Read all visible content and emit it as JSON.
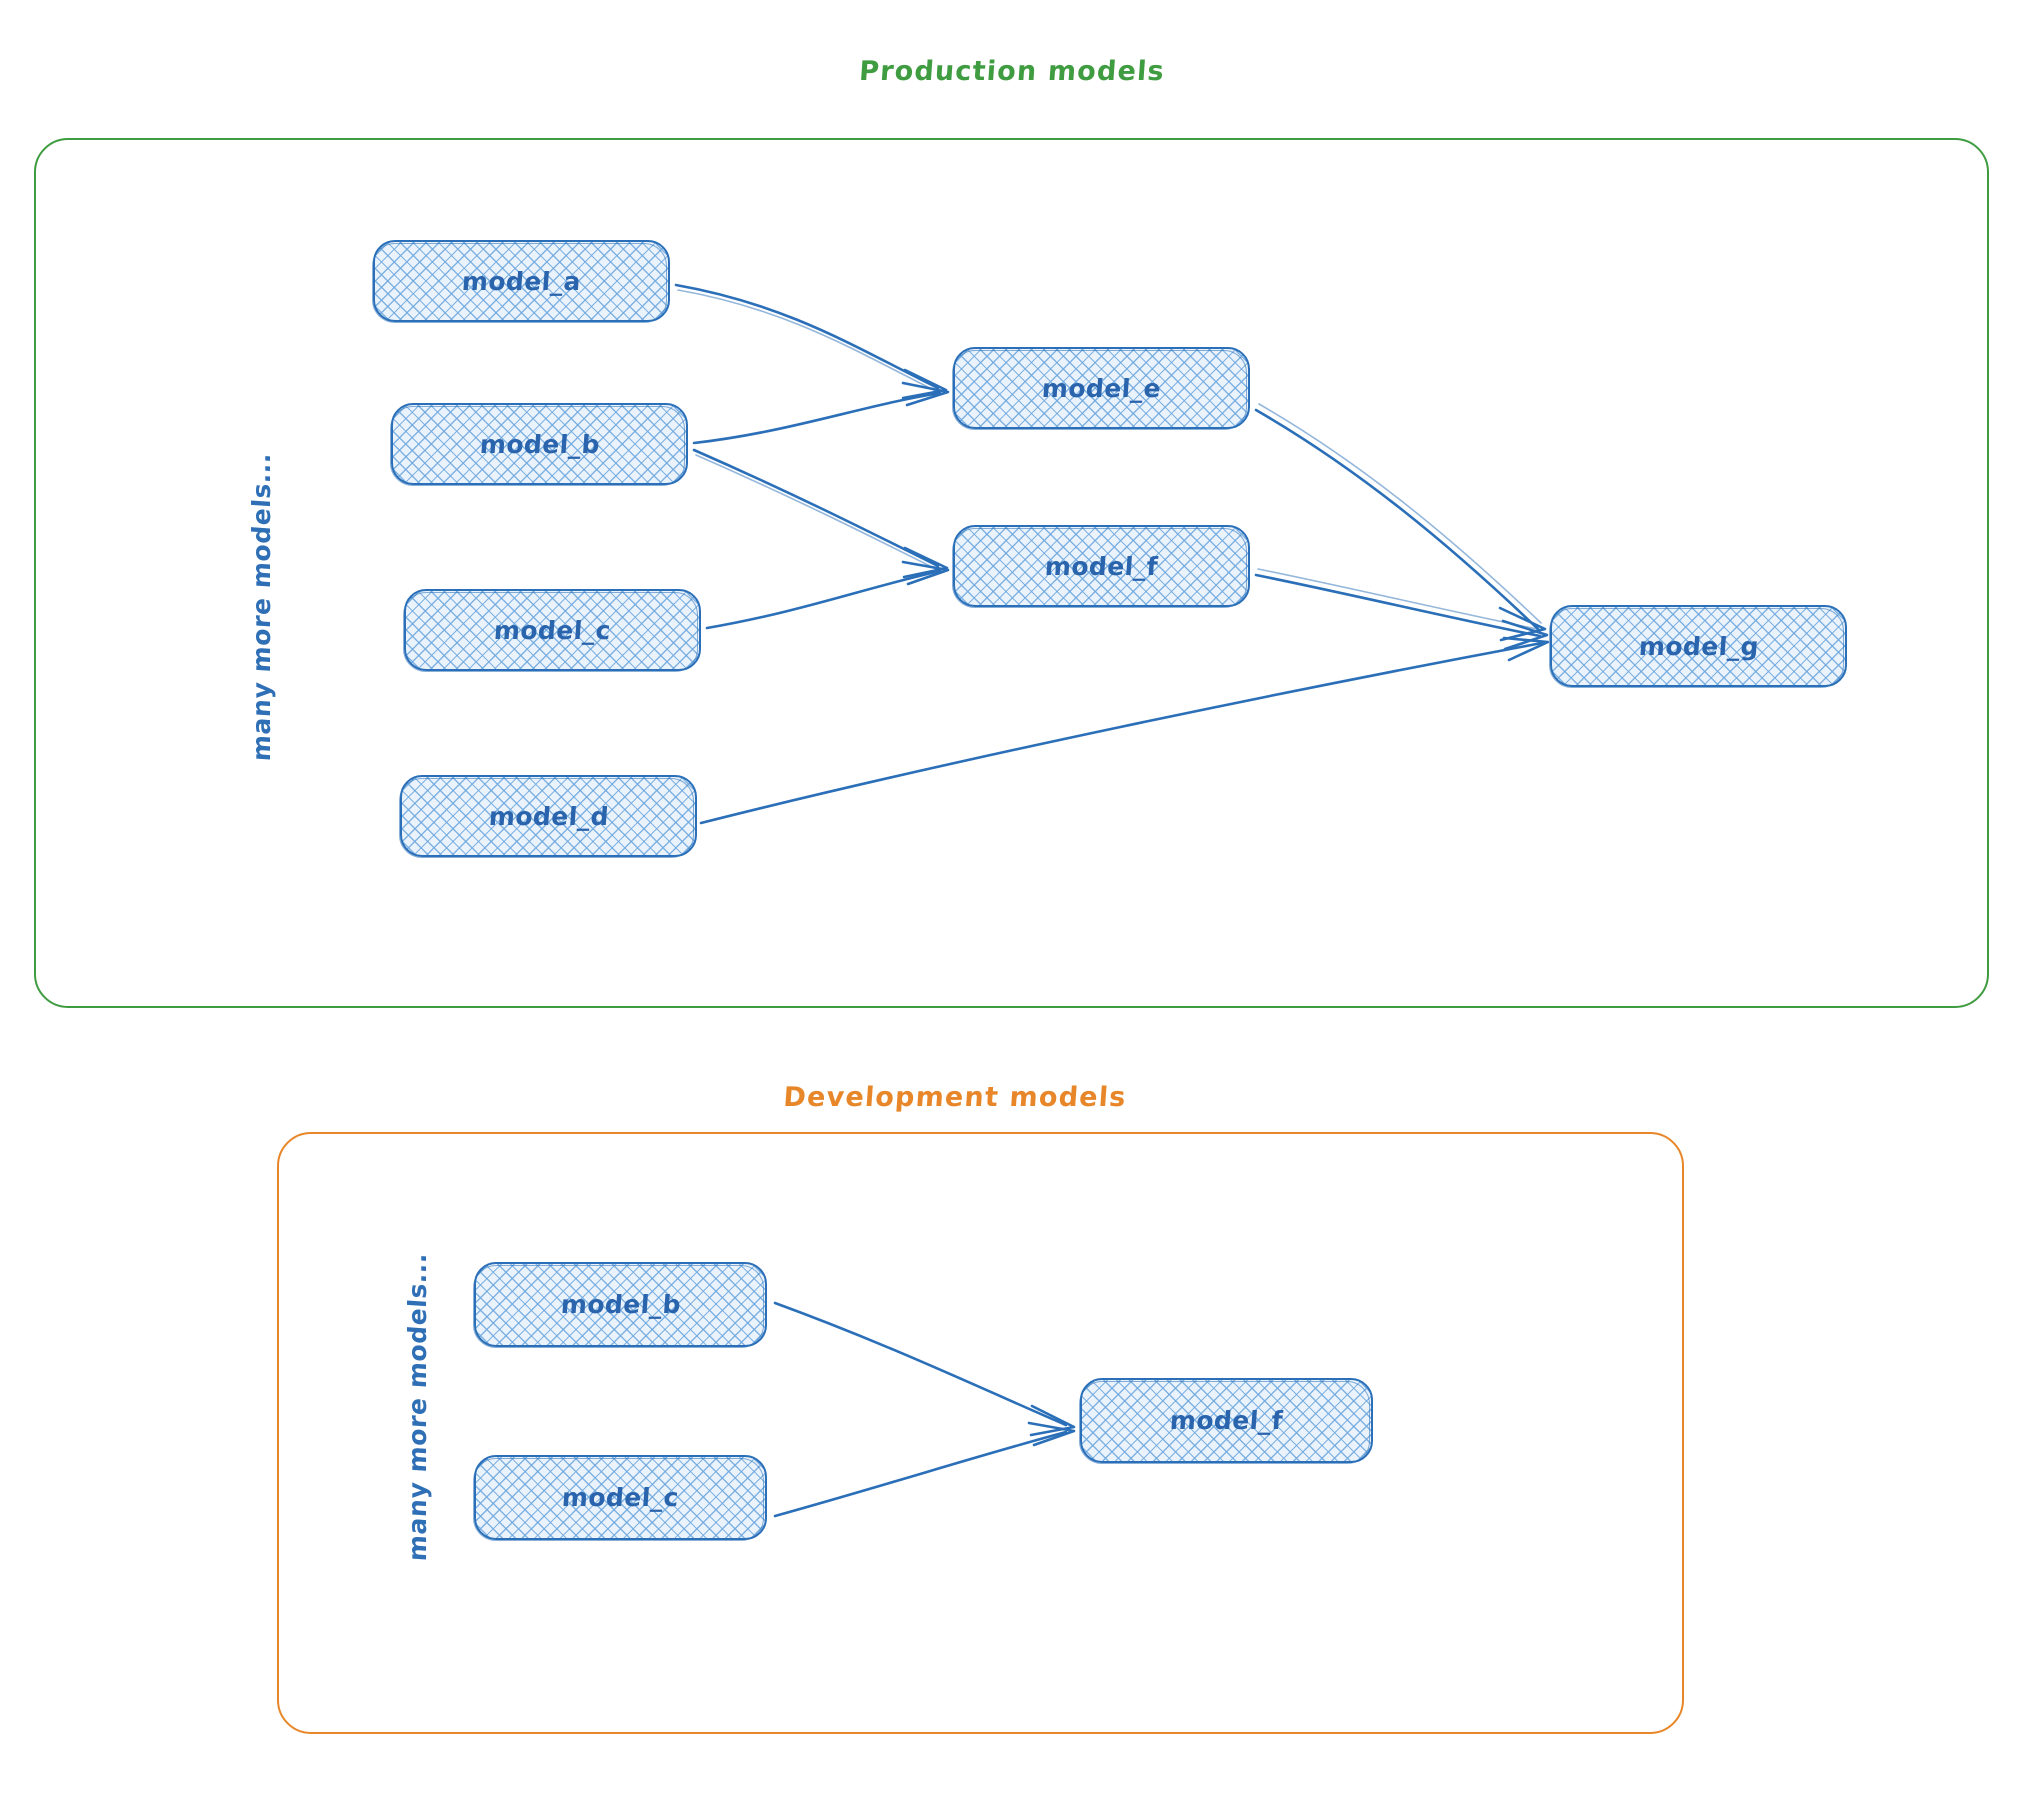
{
  "diagram": {
    "type": "dag",
    "groups": [
      {
        "id": "production",
        "title": "Production models",
        "color": "#3f9c40",
        "side_label": "many more models...",
        "nodes": [
          {
            "id": "prod_model_a",
            "label": "model_a"
          },
          {
            "id": "prod_model_b",
            "label": "model_b"
          },
          {
            "id": "prod_model_c",
            "label": "model_c"
          },
          {
            "id": "prod_model_d",
            "label": "model_d"
          },
          {
            "id": "prod_model_e",
            "label": "model_e"
          },
          {
            "id": "prod_model_f",
            "label": "model_f"
          },
          {
            "id": "prod_model_g",
            "label": "model_g"
          }
        ],
        "edges": [
          {
            "from": "model_a",
            "to": "model_e"
          },
          {
            "from": "model_b",
            "to": "model_e"
          },
          {
            "from": "model_b",
            "to": "model_f"
          },
          {
            "from": "model_c",
            "to": "model_f"
          },
          {
            "from": "model_e",
            "to": "model_g"
          },
          {
            "from": "model_f",
            "to": "model_g"
          },
          {
            "from": "model_d",
            "to": "model_g"
          }
        ]
      },
      {
        "id": "development",
        "title": "Development models",
        "color": "#e8872a",
        "side_label": "many more models...",
        "nodes": [
          {
            "id": "dev_model_b",
            "label": "model_b"
          },
          {
            "id": "dev_model_c",
            "label": "model_c"
          },
          {
            "id": "dev_model_f",
            "label": "model_f"
          }
        ],
        "edges": [
          {
            "from": "model_b",
            "to": "model_f"
          },
          {
            "from": "model_c",
            "to": "model_f"
          }
        ]
      }
    ],
    "node_style": {
      "fill": "#eaf3fc",
      "hatch": "#6ea8de",
      "stroke": "#2a6fb8",
      "text": "#2a64ad"
    }
  }
}
